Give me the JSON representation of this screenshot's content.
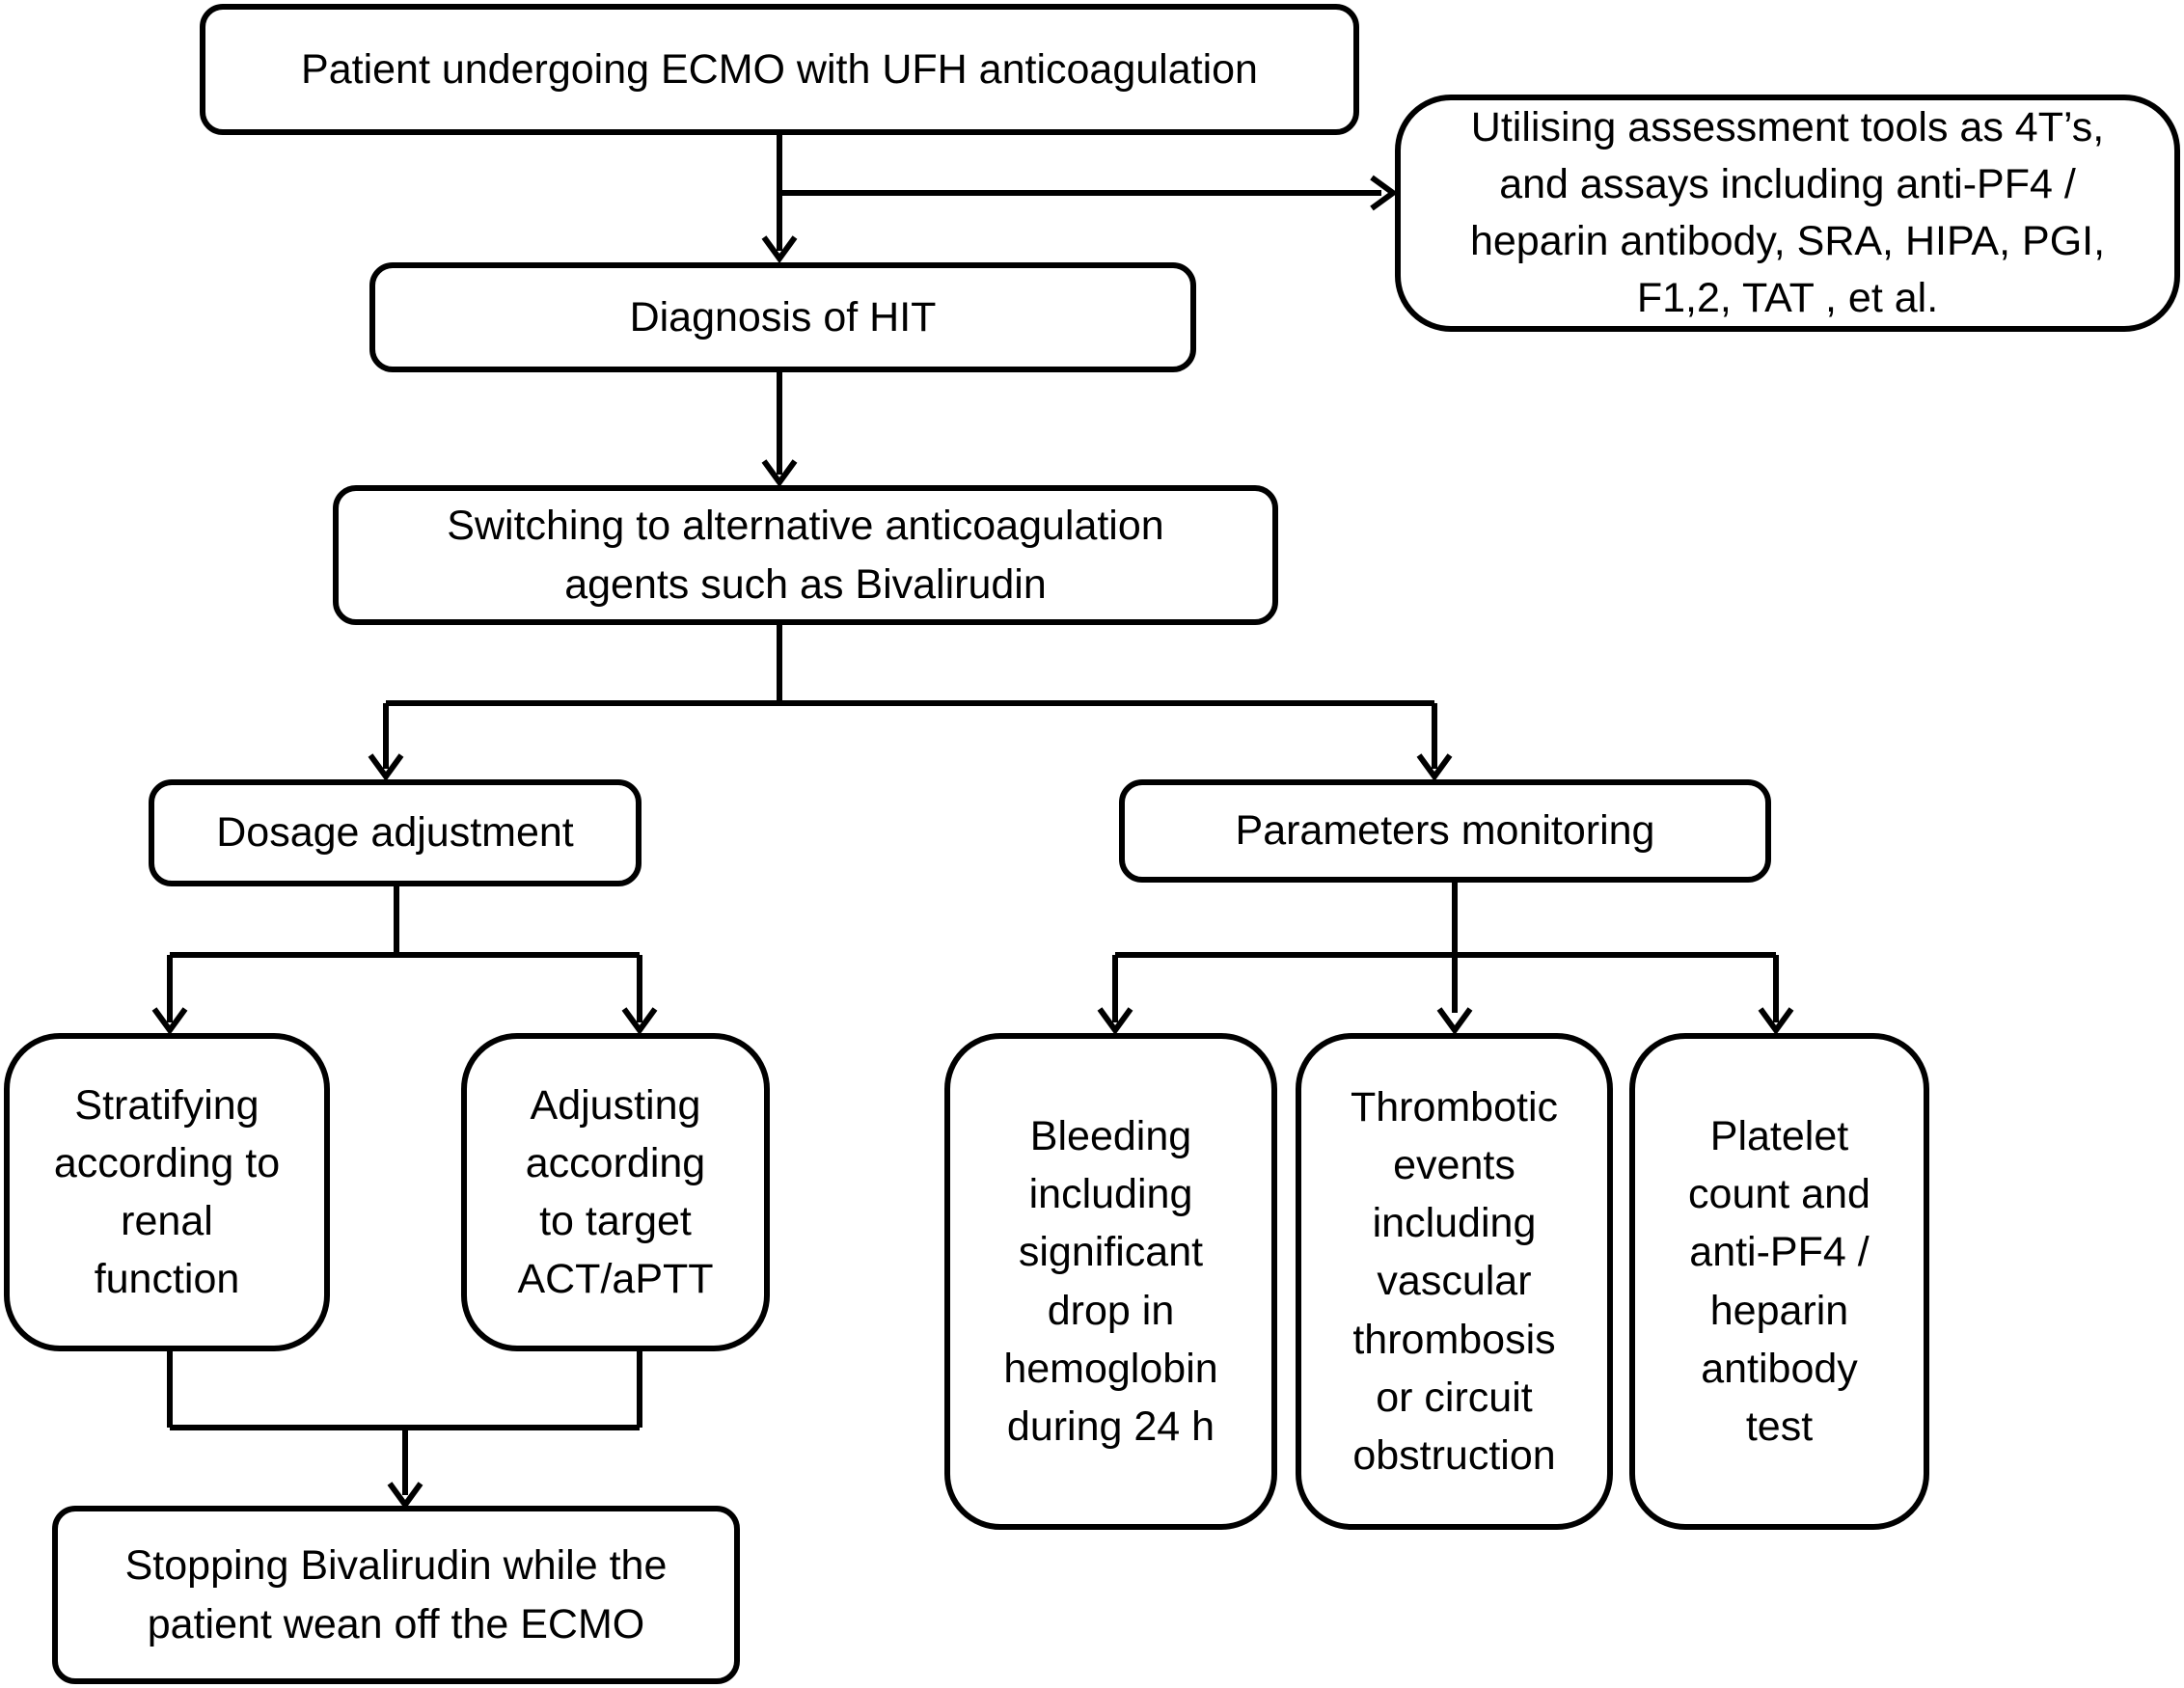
{
  "nodes": {
    "ecmo_patient": "Patient undergoing ECMO with UFH anticoagulation",
    "assessment_tools": "Utilising assessment tools as 4T’s,\nand assays including anti-PF4 /\nheparin antibody, SRA, HIPA, PGI,\nF1,2, TAT , et al.",
    "diagnosis_hit": "Diagnosis of HIT",
    "switching_agents": "Switching to alternative anticoagulation\nagents such as Bivalirudin",
    "dosage_adjustment": "Dosage adjustment",
    "parameters_monitoring": "Parameters monitoring",
    "stratifying_renal": "Stratifying\naccording to\nrenal\nfunction",
    "adjusting_target": "Adjusting\naccording\nto target\nACT/aPTT",
    "bleeding": "Bleeding\nincluding\nsignificant\ndrop in\nhemoglobin\nduring 24 h",
    "thrombotic_events": "Thrombotic\nevents\nincluding\nvascular\nthrombosis\nor circuit\nobstruction",
    "platelet_count": "Platelet\ncount and\nanti-PF4 /\nheparin\nantibody\ntest",
    "stopping_bivalirudin": "Stopping Bivalirudin while the\npatient wean off the ECMO"
  }
}
